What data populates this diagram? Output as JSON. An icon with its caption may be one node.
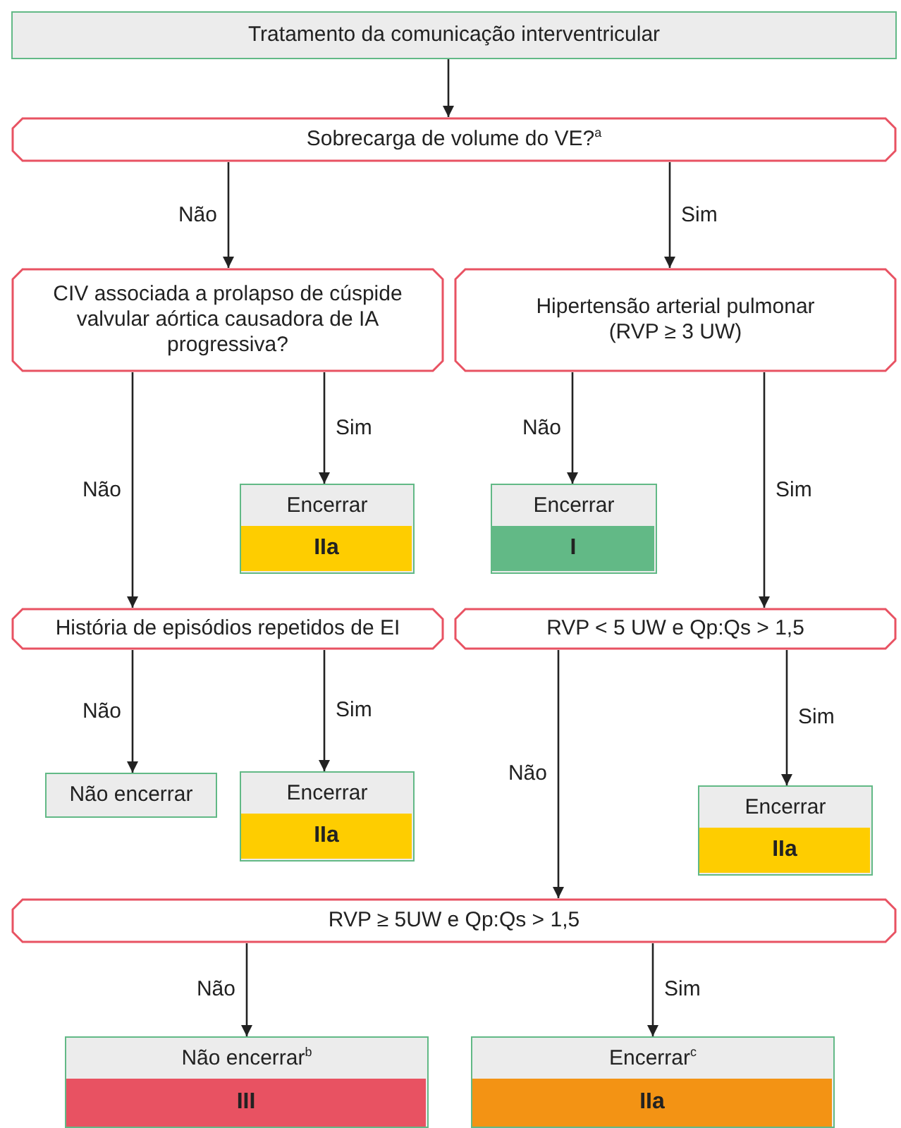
{
  "diagram": {
    "nodes": [
      {
        "text": [
          "Tratamento da comunicação interventricular"
        ]
      },
      {
        "text": [
          "Sobrecarga de volume do VE?$^{a}$"
        ]
      },
      {
        "text": [
          "CIV associada a prolapso de cúspide valvular aórtica causadora de IA progressiva?"
        ]
      },
      {
        "text": [
          "Hipertensão arterial pulmonar (RVP ≥ 3 UW)"
        ]
      },
      {
        "text": [
          "Encerrar"
        ]
      },
      {
        "text": [
          "IIa"
        ],
        "in": 4
      },
      {
        "text": [
          "Encerrar"
        ]
      },
      {
        "text": [
          "I"
        ],
        "in": 6
      },
      {
        "text": [
          "História de episódios repetidos de EI"
        ]
      },
      {
        "text": [
          "RVP < 5 UW e Qp:Qs > 1,5"
        ]
      },
      {
        "text": [
          "Não encerrar"
        ]
      },
      {
        "text": [
          "Encerrar"
        ]
      },
      {
        "text": [
          "IIa"
        ],
        "in": 11
      },
      {
        "text": [
          "Encerrar"
        ]
      },
      {
        "text": [
          "IIa"
        ],
        "in": 13
      },
      {
        "text": [
          "RVP ≥ 5UW e Qp:Qs > 1,5"
        ]
      },
      {
        "text": [
          "Não encerrar$^{b}$"
        ]
      },
      {
        "text": [
          "III"
        ],
        "in": 16
      },
      {
        "text": [
          "Encerrar$^{c}$"
        ]
      },
      {
        "text": [
          "IIa"
        ],
        "in": 18
      }
    ],
    "edges": [
      {
        "from": 0,
        "to": 1,
        "arrow": "to"
      },
      {
        "from": 1,
        "to": 2,
        "arrow": "to",
        "label": "Não"
      },
      {
        "from": 1,
        "to": 3,
        "arrow": "to",
        "label": "Sim"
      },
      {
        "from": 2,
        "to": 8,
        "arrow": "to",
        "label": "Não"
      },
      {
        "from": 2,
        "to": 4,
        "arrow": "to",
        "label": "Sim"
      },
      {
        "from": 3,
        "to": 6,
        "arrow": "to",
        "label": "Não"
      },
      {
        "from": 3,
        "to": 9,
        "arrow": "to",
        "label": "Sim"
      },
      {
        "from": 8,
        "to": 10,
        "arrow": "to",
        "label": "Não"
      },
      {
        "from": 8,
        "to": 11,
        "arrow": "to",
        "label": "Sim"
      },
      {
        "from": 9,
        "to": 15,
        "arrow": "to",
        "label": "Não"
      },
      {
        "from": 9,
        "to": 13,
        "arrow": "to",
        "label": "Sim"
      },
      {
        "from": 15,
        "to": 16,
        "arrow": "to",
        "label": "Não"
      },
      {
        "from": 15,
        "to": 18,
        "arrow": "to",
        "label": "Sim"
      }
    ]
  }
}
